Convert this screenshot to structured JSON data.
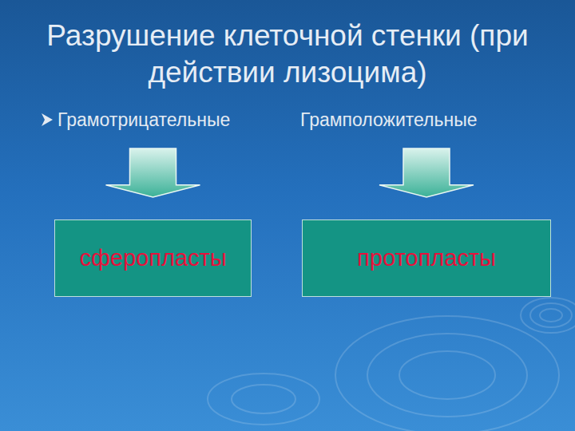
{
  "diagram": {
    "title": "Разрушение клеточной стенки (при действии лизоцима)",
    "nodes": [
      {
        "text": [
          "Грамотрицательные"
        ]
      },
      {
        "text": [
          "Грамположительные"
        ]
      },
      {
        "text": [
          "сферопласты"
        ]
      },
      {
        "text": [
          "протопласты"
        ]
      }
    ],
    "edges": [
      {
        "from": 0,
        "to": 2,
        "arrow": "to"
      },
      {
        "from": 1,
        "to": 3,
        "arrow": "to"
      }
    ]
  }
}
